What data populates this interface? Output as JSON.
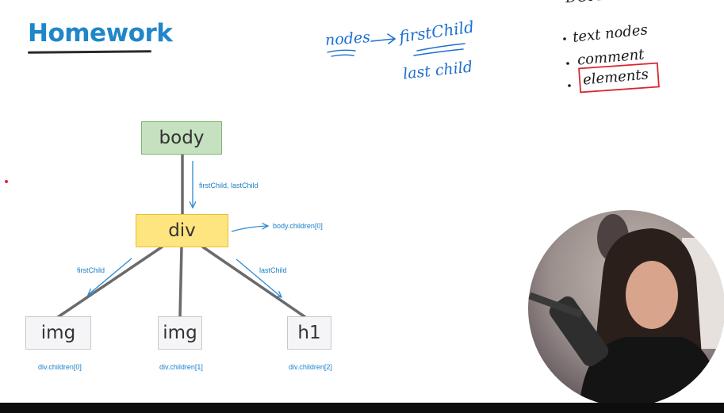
{
  "heading": "Homework",
  "notes": {
    "nodes": "nodes",
    "first_child": "firstChild",
    "last_child": "last child",
    "dom_tree": "DOM tree",
    "bullets": [
      "text nodes",
      "comment",
      "elements"
    ]
  },
  "diagram": {
    "nodes": {
      "body": "body",
      "div": "div",
      "img1": "img",
      "img2": "img",
      "h1": "h1"
    },
    "labels": {
      "body_to_div": "firstChild, lastChild",
      "div_ref": "body.children[0]",
      "first_child": "firstChild",
      "last_child": "lastChild",
      "child0": "div.children[0]",
      "child1": "div.children[1]",
      "child2": "div.children[2]"
    },
    "colors": {
      "body_fill": "#c5e1bf",
      "body_border": "#7cb574",
      "div_fill": "#ffe580",
      "div_border": "#e5c12e",
      "leaf_fill": "#f5f4f7",
      "leaf_border": "#c9c9c9",
      "line": "#6b6b6b",
      "arrow": "#2a8bd4",
      "highlight_box": "#d9262f"
    }
  }
}
